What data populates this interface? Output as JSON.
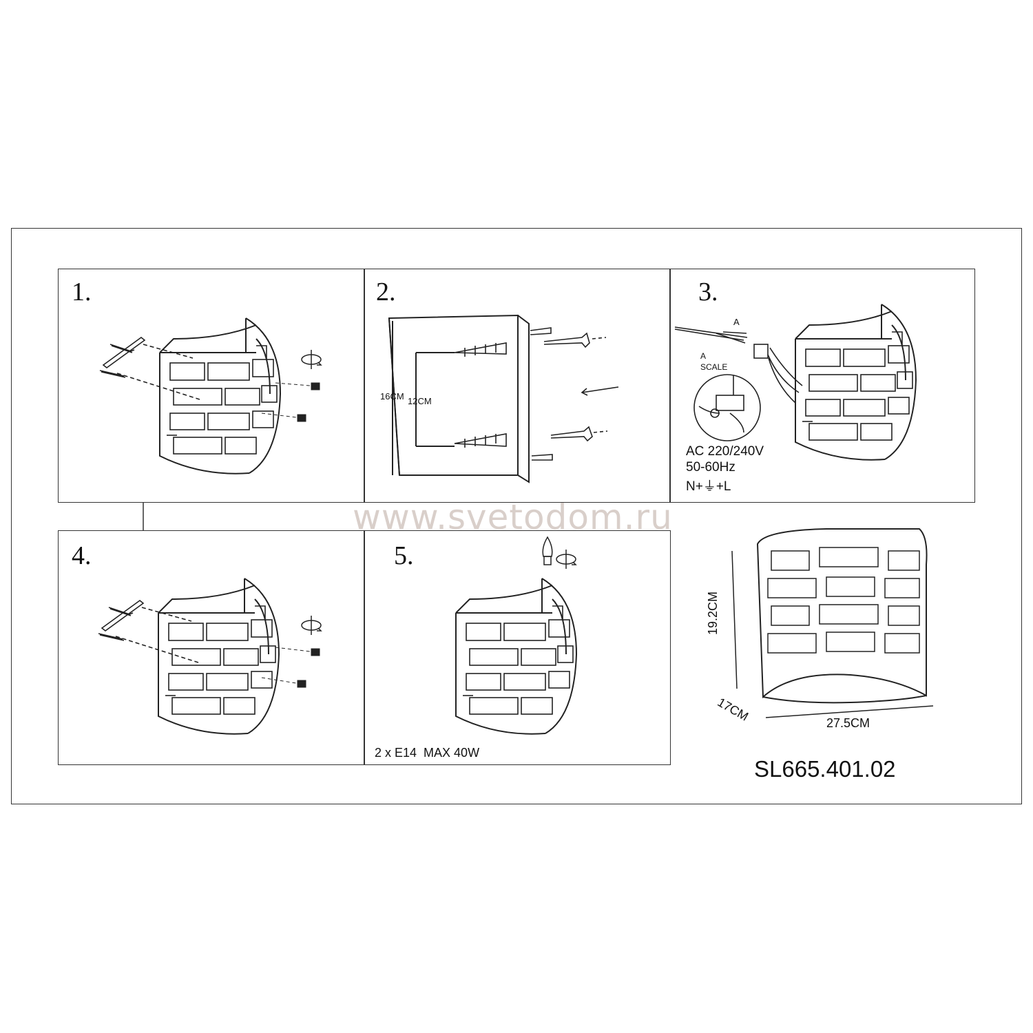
{
  "steps": [
    {
      "number": "1."
    },
    {
      "number": "2."
    },
    {
      "number": "3."
    },
    {
      "number": "4."
    },
    {
      "number": "5."
    }
  ],
  "step2": {
    "dim_outer": "16CM",
    "dim_inner": "12CM"
  },
  "step3": {
    "wire_label": "A",
    "inset_label_a": "A",
    "inset_label_scale": "SCALE",
    "power_line1": "AC 220/240V",
    "power_line2": "50-60Hz",
    "power_line3": "N+⏚+L"
  },
  "step5": {
    "bulb_spec": "2 x E14  MAX 40W"
  },
  "dimensions": {
    "height": "19.2CM",
    "depth": "17CM",
    "width": "27.5CM"
  },
  "model": "SL665.401.02",
  "watermark": "www.svetodom.ru"
}
